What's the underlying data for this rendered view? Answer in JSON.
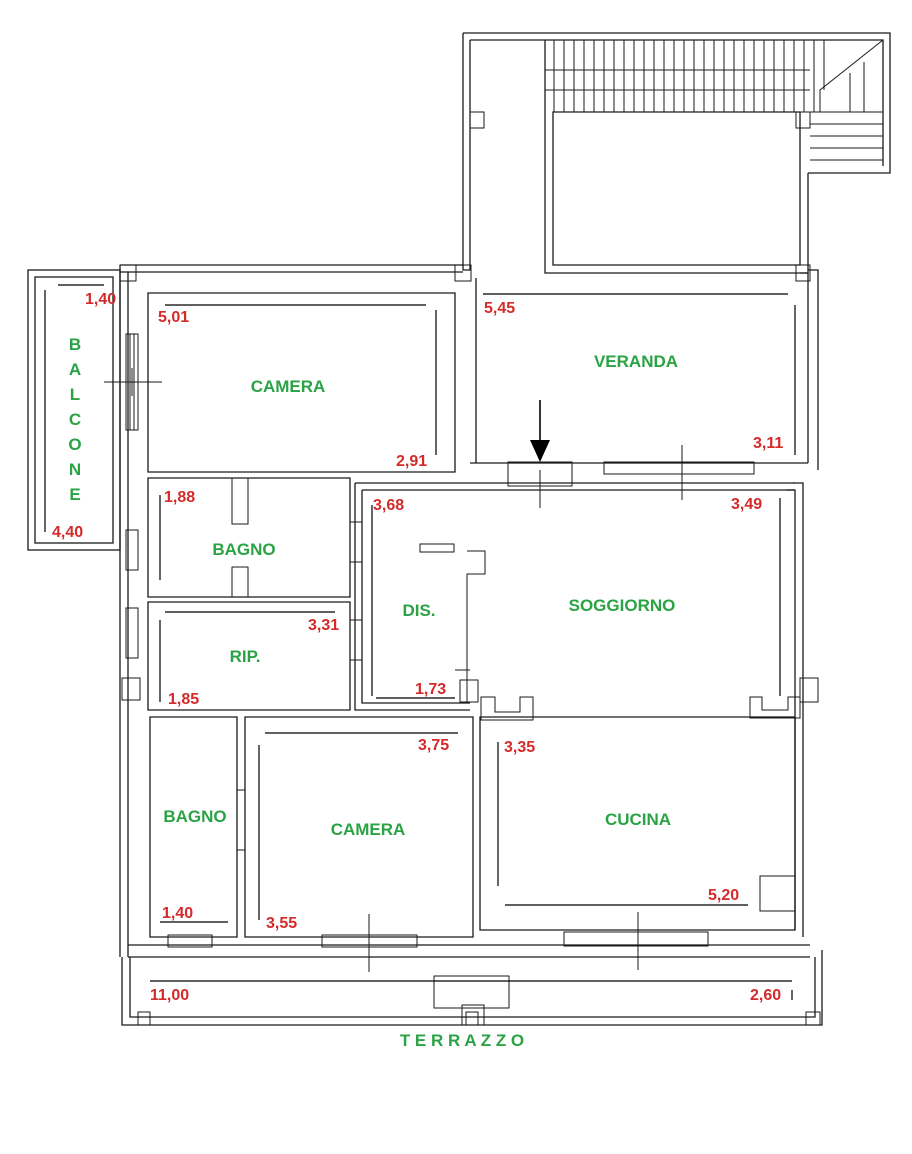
{
  "colors": {
    "room_label": "#2aa345",
    "dimension_label": "#d42a2a",
    "walls": "#1a1a1a"
  },
  "rooms": {
    "balcone": [
      "B",
      "A",
      "L",
      "C",
      "O",
      "N",
      "E"
    ],
    "camera_1": "CAMERA",
    "veranda": "VERANDA",
    "bagno_1": "BAGNO",
    "soggiorno": "SOGGIORNO",
    "dis": "DIS.",
    "rip": "RIP.",
    "bagno_2": "BAGNO",
    "camera_2": "CAMERA",
    "cucina": "CUCINA",
    "terrazzo": "T E R R A Z Z O"
  },
  "dimensions": {
    "balcone_w": "1,40",
    "balcone_h": "4,40",
    "camera1_w": "5,01",
    "camera1_h": "2,91",
    "veranda_w": "5,45",
    "veranda_h": "3,11",
    "bagno1_w": "1,88",
    "dis_h": "3,68",
    "soggiorno_h": "3,49",
    "rip_w": "3,31",
    "rip_h": "1,85",
    "dis_w": "1,73",
    "camera2_w": "3,75",
    "cucina_h": "3,35",
    "bagno2_w": "1,40",
    "camera2_h": "3,55",
    "cucina_w": "5,20",
    "terrazzo_w": "11,00",
    "terrazzo_h": "2,60"
  },
  "icons": {
    "entrance": "entrance-arrow-icon",
    "stairs": "stairs-icon"
  }
}
